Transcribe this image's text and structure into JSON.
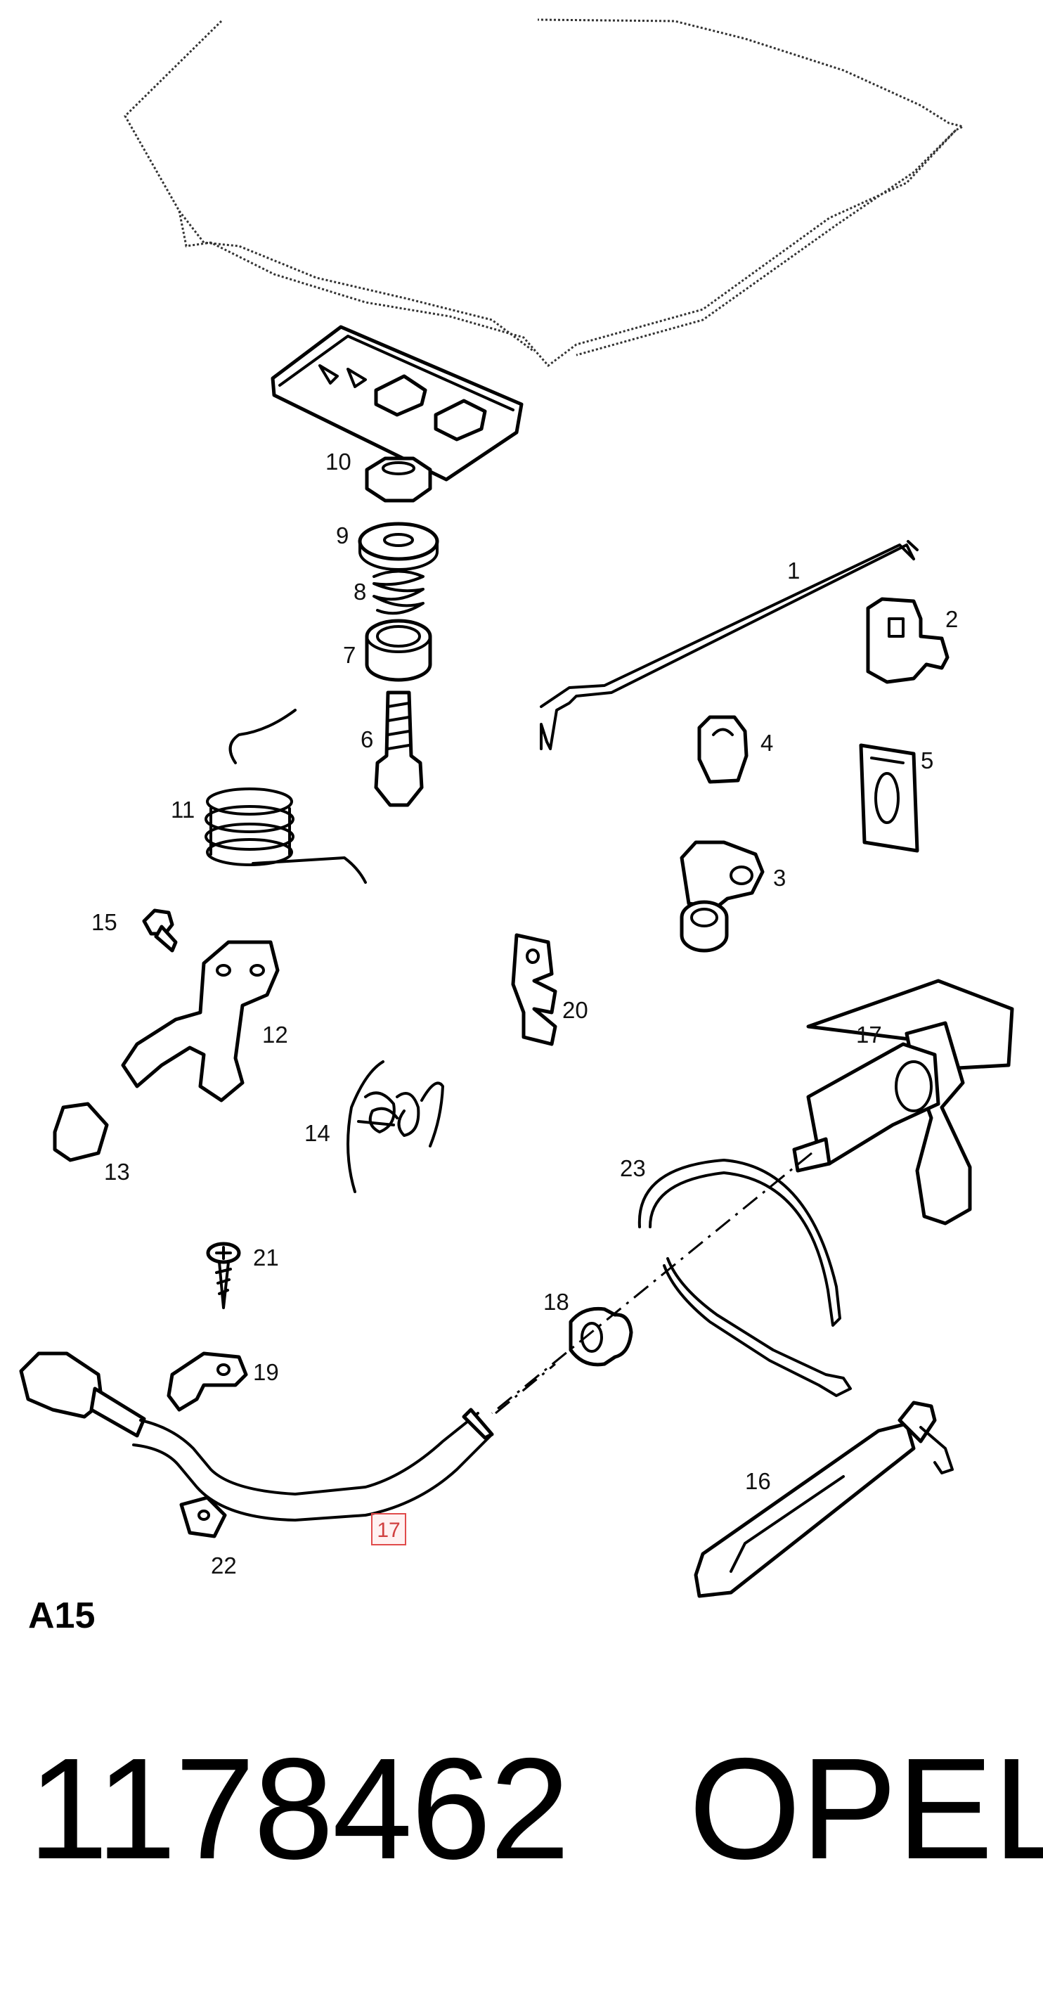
{
  "diagram": {
    "callouts": [
      "1",
      "2",
      "3",
      "4",
      "5",
      "6",
      "7",
      "8",
      "9",
      "10",
      "11",
      "12",
      "13",
      "14",
      "15",
      "16",
      "17",
      "17",
      "18",
      "19",
      "20",
      "21",
      "22",
      "23"
    ],
    "highlighted_callout": "17",
    "highlight_color": "#e04a4a"
  },
  "footer": {
    "section_code": "A15",
    "part_number": "1178462",
    "brand": "OPEL"
  }
}
